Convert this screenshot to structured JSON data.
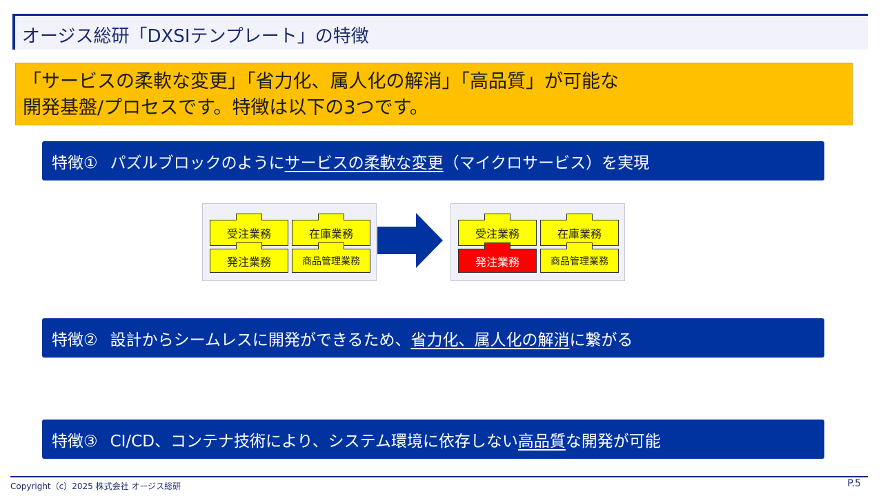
{
  "header": {
    "title": "オージス総研「DXSIテンプレート」の特徴"
  },
  "summary": {
    "line1": "「サービスの柔軟な変更」「省力化、属人化の解消」「高品質」が可能な",
    "line2": "開発基盤/プロセスです。特徴は以下の3つです。"
  },
  "features": [
    {
      "num": "特徴①",
      "pre": "パズルブロックのように",
      "highlight": "サービスの柔軟な変更",
      "post": "（マイクロサービス）を実現"
    },
    {
      "num": "特徴②",
      "pre": "設計からシームレスに開発ができるため、",
      "highlight": "省力化、属人化の解消",
      "post": "に繋がる"
    },
    {
      "num": "特徴③",
      "pre": "CI/CD、コンテナ技術により、システム環境に依存しない",
      "highlight": "高品質",
      "post": "な開発が可能"
    }
  ],
  "diagram": {
    "before": [
      "受注業務",
      "在庫業務",
      "発注業務",
      "商品管理業務"
    ],
    "after": [
      "受注業務",
      "在庫業務",
      "発注業務",
      "商品管理業務"
    ],
    "colors": {
      "block": "#ffff00",
      "changed": "#ff0000",
      "arrow": "#0033a0"
    }
  },
  "footer": {
    "copyright": "Copyright（c）2025 株式会社 オージス総研",
    "page": "P.5"
  }
}
